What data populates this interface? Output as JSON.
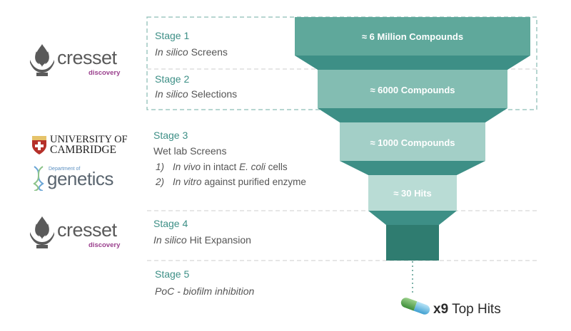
{
  "stages": [
    {
      "title": "Stage 1",
      "desc_italic": "In silico",
      "desc_rest": " Screens"
    },
    {
      "title": "Stage 2",
      "desc_italic": "In silico",
      "desc_rest": " Selections"
    },
    {
      "title": "Stage 3",
      "desc_plain": "Wet lab Screens",
      "items": [
        {
          "num": "1)",
          "italic": "In vivo",
          "rest_a": " in intact ",
          "italic2": "E. coli",
          "rest_b": " cells"
        },
        {
          "num": "2)",
          "italic": "In vitro",
          "rest_a": " against purified enzyme",
          "italic2": "",
          "rest_b": ""
        }
      ]
    },
    {
      "title": "Stage 4",
      "desc_italic": "In silico",
      "desc_rest": " Hit Expansion"
    },
    {
      "title": "Stage 5",
      "desc_italic": "PoC - biofilm inhibition",
      "desc_rest": ""
    }
  ],
  "funnel": [
    {
      "label": "≈ 6 Million Compounds",
      "color": "#5fa89b"
    },
    {
      "label": "≈ 6000 Compounds",
      "color": "#83bdb2"
    },
    {
      "label": "≈ 1000 Compounds",
      "color": "#a3cfc7"
    },
    {
      "label": "≈ 30 Hits",
      "color": "#b9dcd5"
    },
    {
      "label": "",
      "color": "#2f7c70"
    }
  ],
  "funnel_connector_color": "#3d8f86",
  "logos": {
    "cresset_word": "cresset",
    "cresset_sub": "discovery",
    "cambridge_line1": "UNIVERSITY OF",
    "cambridge_line2": "CAMBRIDGE",
    "genetics_small": "Department of",
    "genetics_big": "genetics"
  },
  "result": {
    "count": "x9",
    "label": " Top Hits"
  }
}
